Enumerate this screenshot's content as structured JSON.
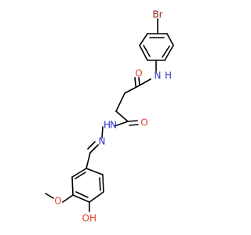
{
  "molecule": {
    "atoms": {
      "br": {
        "label": "Br",
        "color": "#8b2a12"
      },
      "amide_n": {
        "label": "N",
        "color": "#2c37c8"
      },
      "amide_h": {
        "label": "H",
        "color": "#2c37c8"
      },
      "amide_o": {
        "label": "O",
        "color": "#e8402a"
      },
      "hydrazide_o": {
        "label": "O",
        "color": "#e8402a"
      },
      "hydrazide_n1": {
        "label": "N",
        "color": "#2c37c8"
      },
      "hydrazide_h": {
        "label": "H",
        "color": "#2c37c8"
      },
      "imine_n": {
        "label": "N",
        "color": "#2c37c8"
      },
      "methoxy_o": {
        "label": "O",
        "color": "#e8402a"
      },
      "hydroxy_o": {
        "label": "O",
        "color": "#e8402a"
      },
      "hydroxy_h": {
        "label": "H",
        "color": "#e8402a"
      }
    }
  }
}
